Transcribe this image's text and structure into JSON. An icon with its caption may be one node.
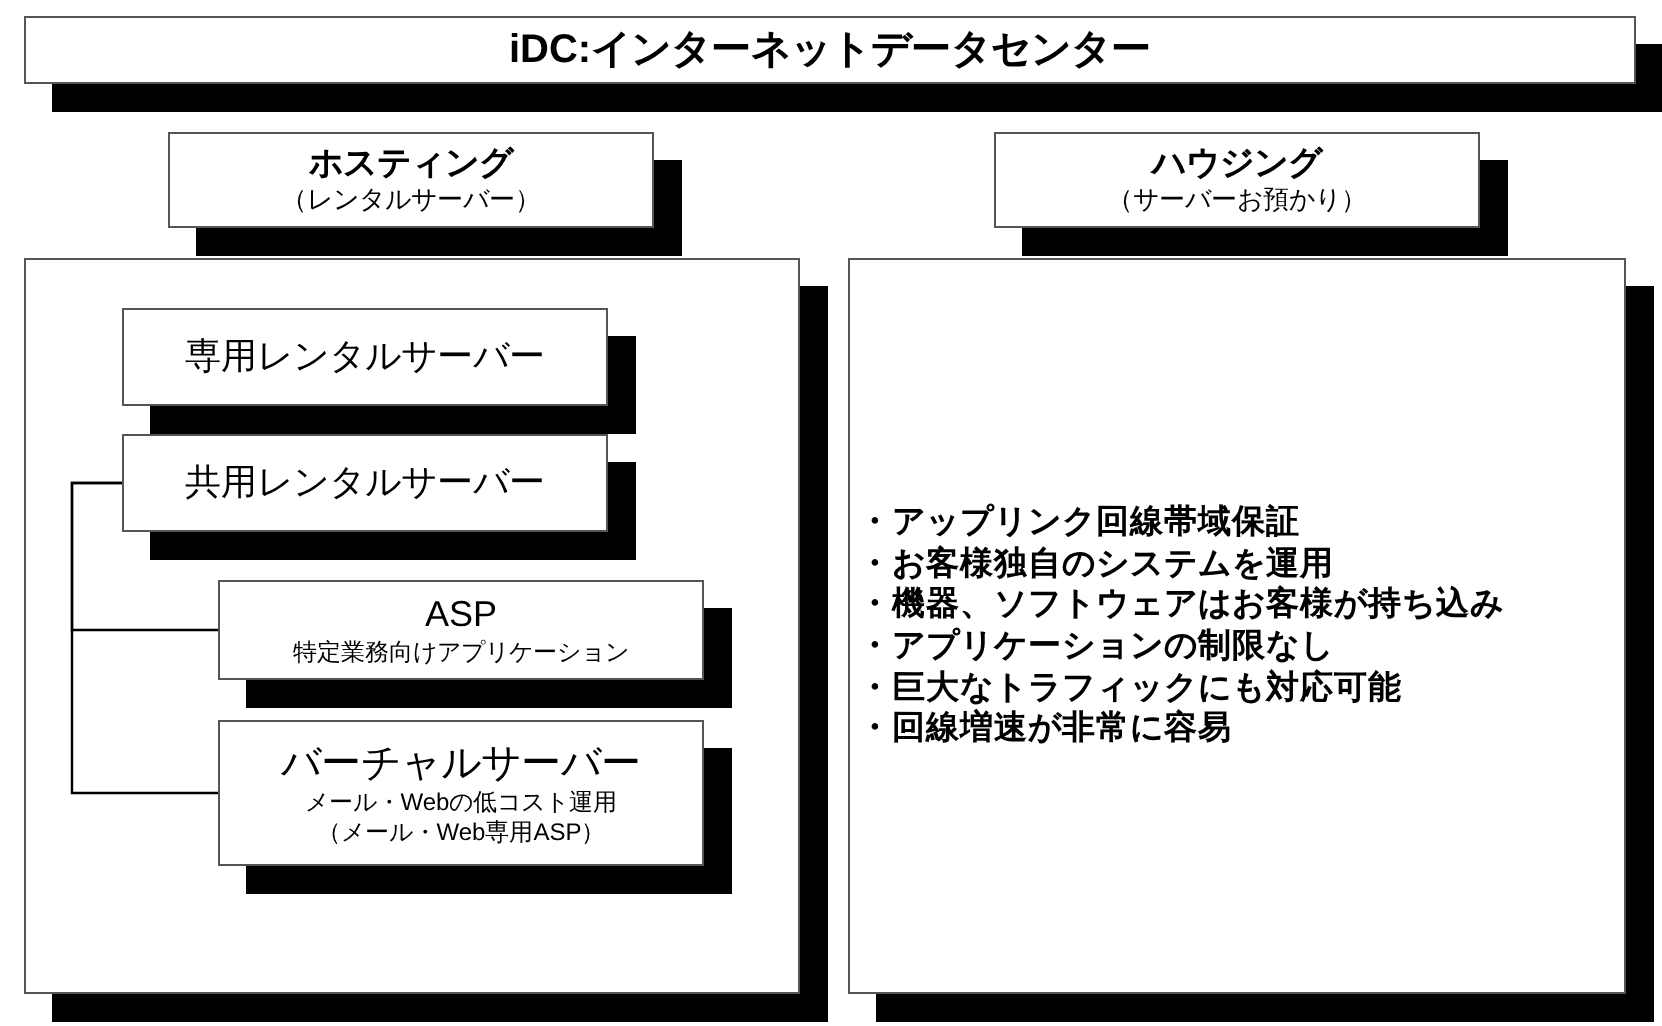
{
  "diagram": {
    "nodes": [
      {
        "text": [
          "iDC:インターネットデータセンター"
        ]
      },
      {
        "text": [
          "ホスティング",
          "（レンタルサーバー）"
        ]
      },
      {
        "text": [],
        "shape": "box"
      },
      {
        "text": [
          "専用レンタルサーバー"
        ],
        "in": 2
      },
      {
        "text": [
          "共用レンタルサーバー"
        ],
        "in": 2
      },
      {
        "text": [
          "ASP",
          "特定業務向けアプリケーション"
        ],
        "in": 2
      },
      {
        "text": [
          "バーチャルサーバー",
          "メール・Webの低コスト運用（メール・Web専用ASP）"
        ],
        "in": 2
      },
      {
        "text": [
          "ハウジング",
          "（サーバーお預かり）"
        ]
      },
      {
        "text": [
          "・アップリンク回線帯域保証",
          "・お客様独自のシステムを運用",
          "・機器、ソフトウェアはお客様が持ち込み",
          "・アプリケーションの制限なし",
          "・巨大なトラフィックにも対応可能",
          "・回線増速が非常に容易"
        ]
      }
    ],
    "edges": [
      {
        "from": 4,
        "to": 5,
        "arrow": "none"
      },
      {
        "from": 4,
        "to": 6,
        "arrow": "none"
      }
    ]
  }
}
